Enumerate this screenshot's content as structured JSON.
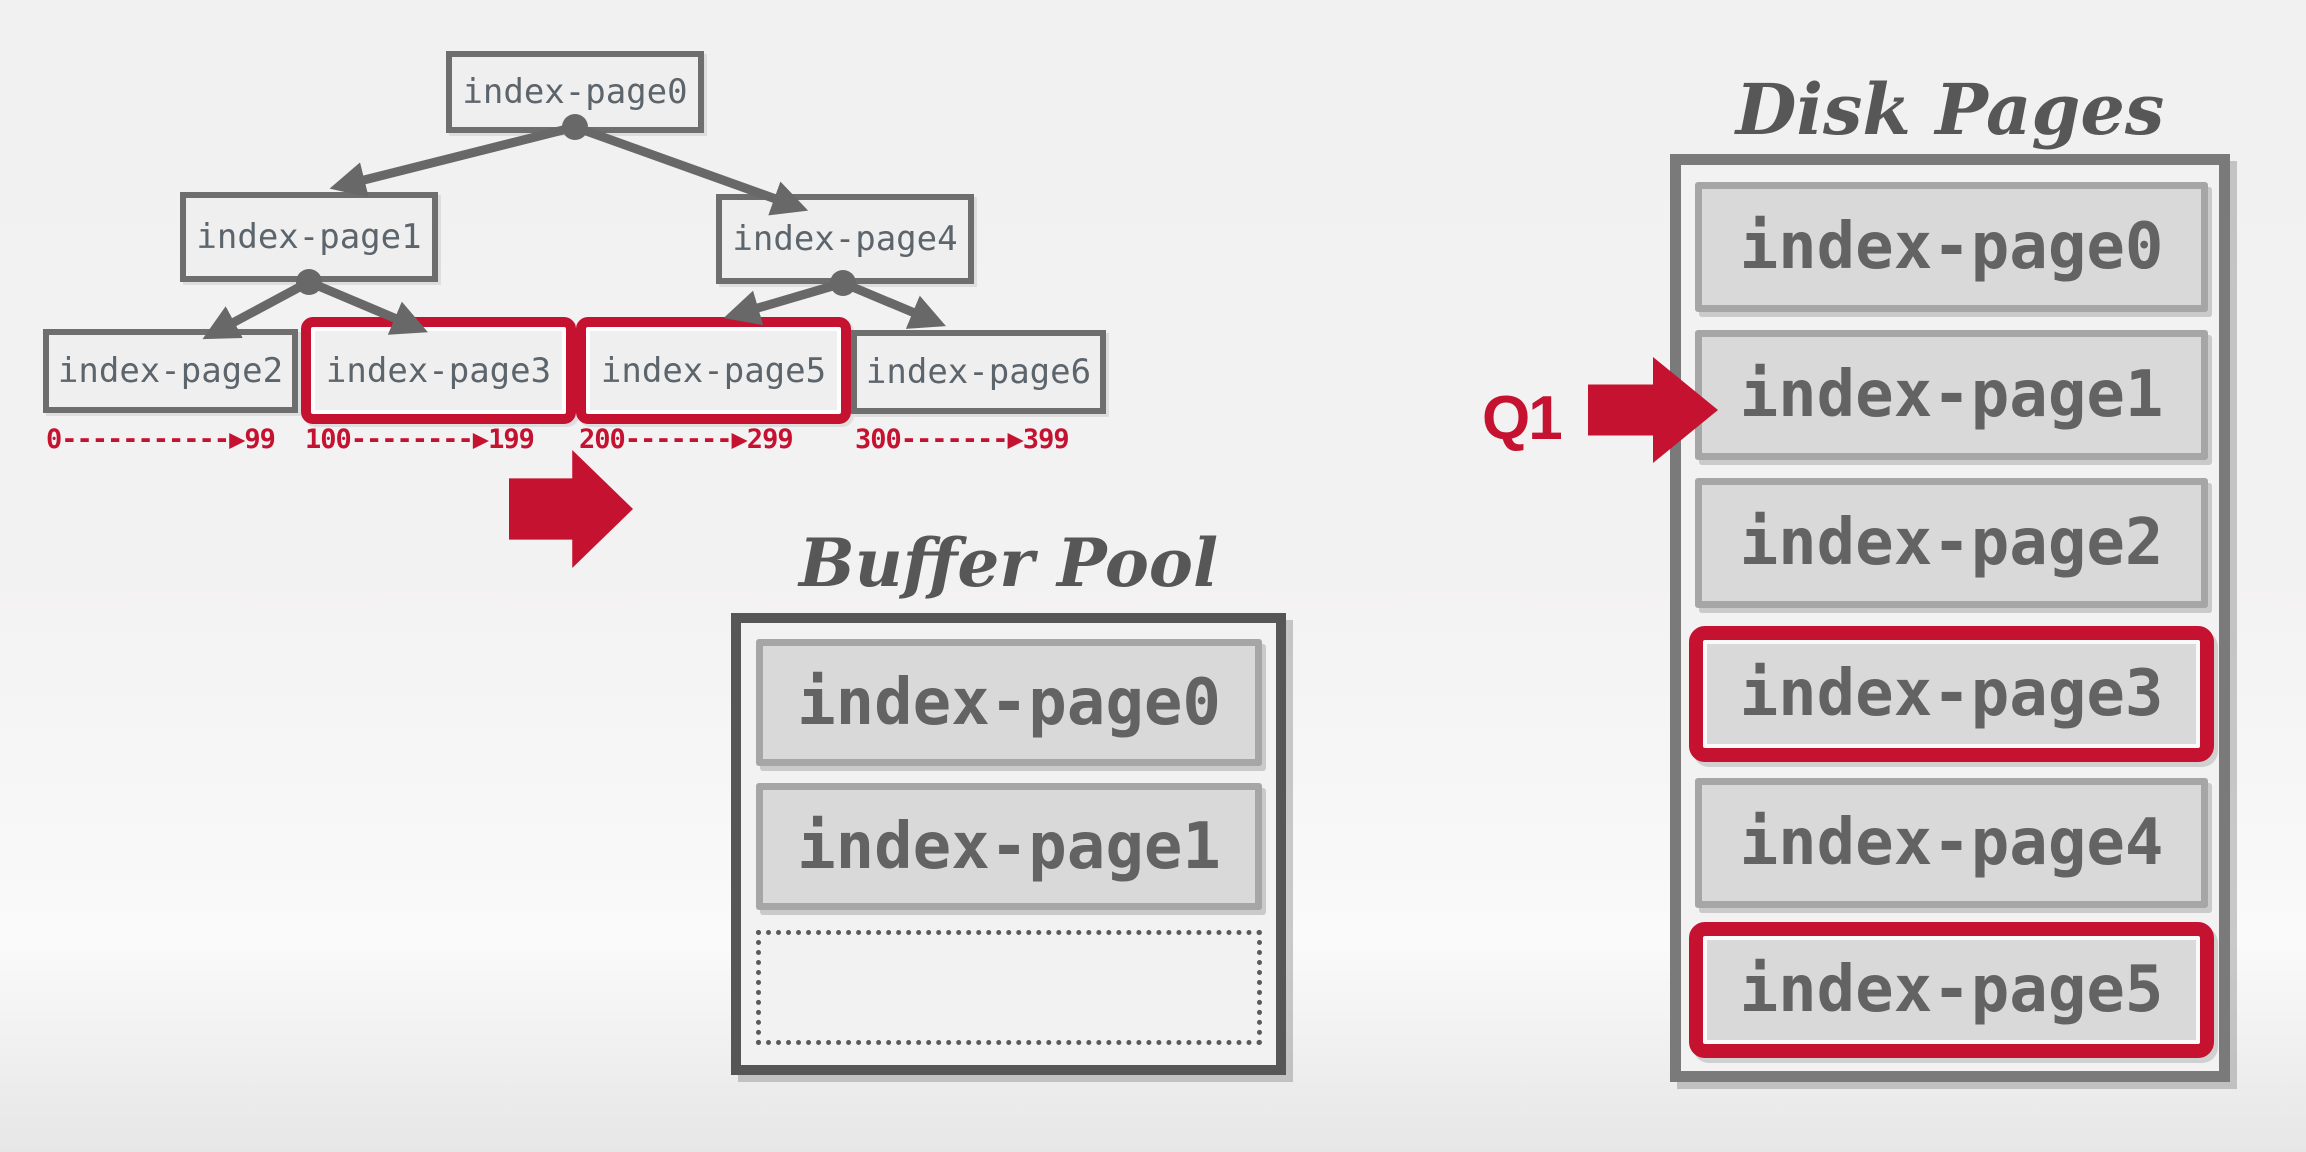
{
  "colors": {
    "crimson": "#c51230",
    "node_border_gray": "#6e6e6e",
    "panel_border_gray": "#565656",
    "slot_border_gray": "#a6a6a6",
    "slot_fill_gray": "#d9d9d9",
    "panel_fill": "#f2f2f2",
    "text_gray": "#636363"
  },
  "tree": {
    "root": {
      "label": "index-page0"
    },
    "level2": [
      {
        "label": "index-page1"
      },
      {
        "label": "index-page4"
      }
    ],
    "leaves": [
      {
        "label": "index-page2",
        "highlight": false,
        "range": "0-----------▶99"
      },
      {
        "label": "index-page3",
        "highlight": true,
        "range": "100--------▶199"
      },
      {
        "label": "index-page5",
        "highlight": true,
        "range": "200-------▶299"
      },
      {
        "label": "index-page6",
        "highlight": false,
        "range": "300-------▶399"
      }
    ]
  },
  "buffer_pool": {
    "title": "Buffer Pool",
    "slots": [
      {
        "label": "index-page0",
        "empty": false
      },
      {
        "label": "index-page1",
        "empty": false
      },
      {
        "label": "",
        "empty": true
      }
    ]
  },
  "disk_pages": {
    "title": "Disk Pages",
    "query_label": "Q1",
    "slots": [
      {
        "label": "index-page0",
        "highlight": false
      },
      {
        "label": "index-page1",
        "highlight": false
      },
      {
        "label": "index-page2",
        "highlight": false
      },
      {
        "label": "index-page3",
        "highlight": true
      },
      {
        "label": "index-page4",
        "highlight": false
      },
      {
        "label": "index-page5",
        "highlight": true
      }
    ]
  }
}
